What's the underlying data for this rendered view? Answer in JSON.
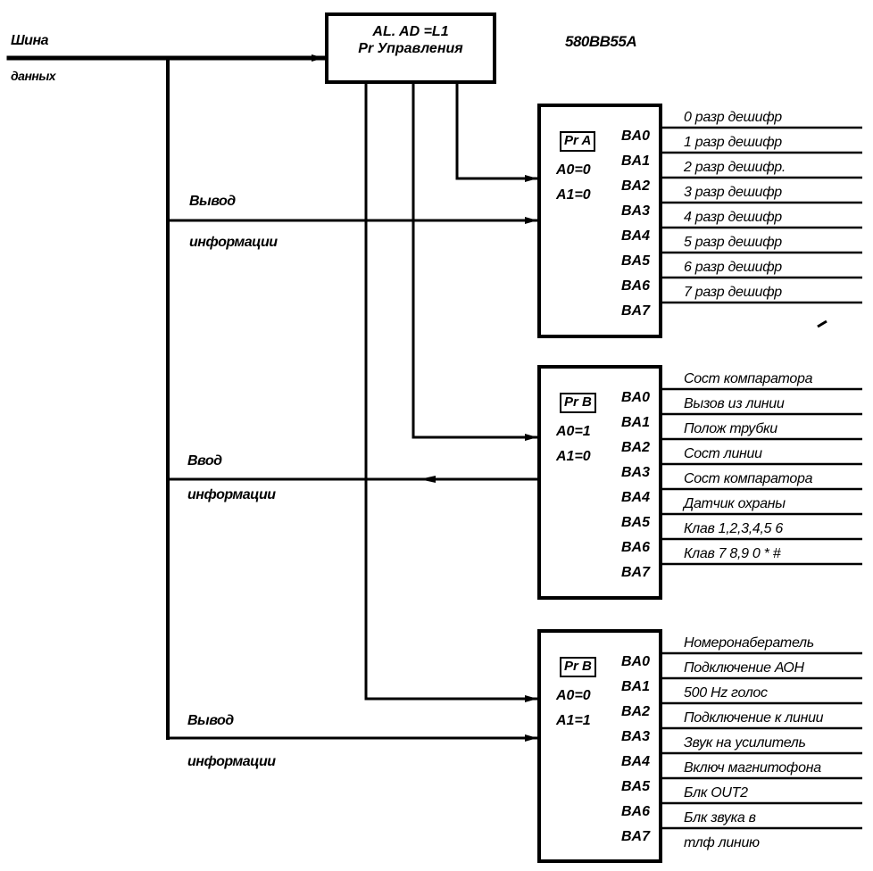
{
  "title": "580BB55A",
  "data_bus": {
    "label_top": "Шина",
    "label_bottom": "данных"
  },
  "control_register": {
    "line1": "AL. AD =L1",
    "line2": "Pr Управления"
  },
  "bus_labels": [
    {
      "top": "Вывод",
      "bottom": "информации"
    },
    {
      "top": "Ввод",
      "bottom": "информации"
    },
    {
      "top": "Вывод",
      "bottom": "информации"
    }
  ],
  "ports": [
    {
      "name": "Pr A",
      "a0": "A0=0",
      "a1": "A1=0",
      "direction": "output",
      "pins": [
        "BA0",
        "BA1",
        "BA2",
        "BA3",
        "BA4",
        "BA5",
        "BA6",
        "BA7"
      ],
      "signals": [
        "0 разр  дешифр",
        "1 разр  дешифр",
        "2 разр  дешифр.",
        "3 разр  дешифр",
        "4 разр  дешифр",
        "5 разр  дешифр",
        "6 разр  дешифр",
        "7 разр  дешифр"
      ]
    },
    {
      "name": "Pr B",
      "a0": "A0=1",
      "a1": "A1=0",
      "direction": "input",
      "pins": [
        "BA0",
        "BA1",
        "BA2",
        "BA3",
        "BA4",
        "BA5",
        "BA6",
        "BA7"
      ],
      "signals": [
        "Сост  компаратора",
        "Вызов из линии",
        "Полож  трубки",
        "Сост  линии",
        "Сост  компаратора",
        "Датчик охраны",
        "Клав  1,2,3,4,5 6",
        "Клав  7 8,9 0 * #"
      ]
    },
    {
      "name": "Pr B",
      "a0": "A0=0",
      "a1": "A1=1",
      "direction": "output",
      "pins": [
        "BA0",
        "BA1",
        "BA2",
        "BA3",
        "BA4",
        "BA5",
        "BA6",
        "BA7"
      ],
      "signals": [
        "Номеронабератель",
        "Подключение АОН",
        "500 Hz голос",
        "Подключение к линии",
        "Звук на усилитель",
        "Включ  магнитофона",
        "Блк  OUT2",
        "Блк  звука в",
        "тлф  линию"
      ]
    }
  ]
}
